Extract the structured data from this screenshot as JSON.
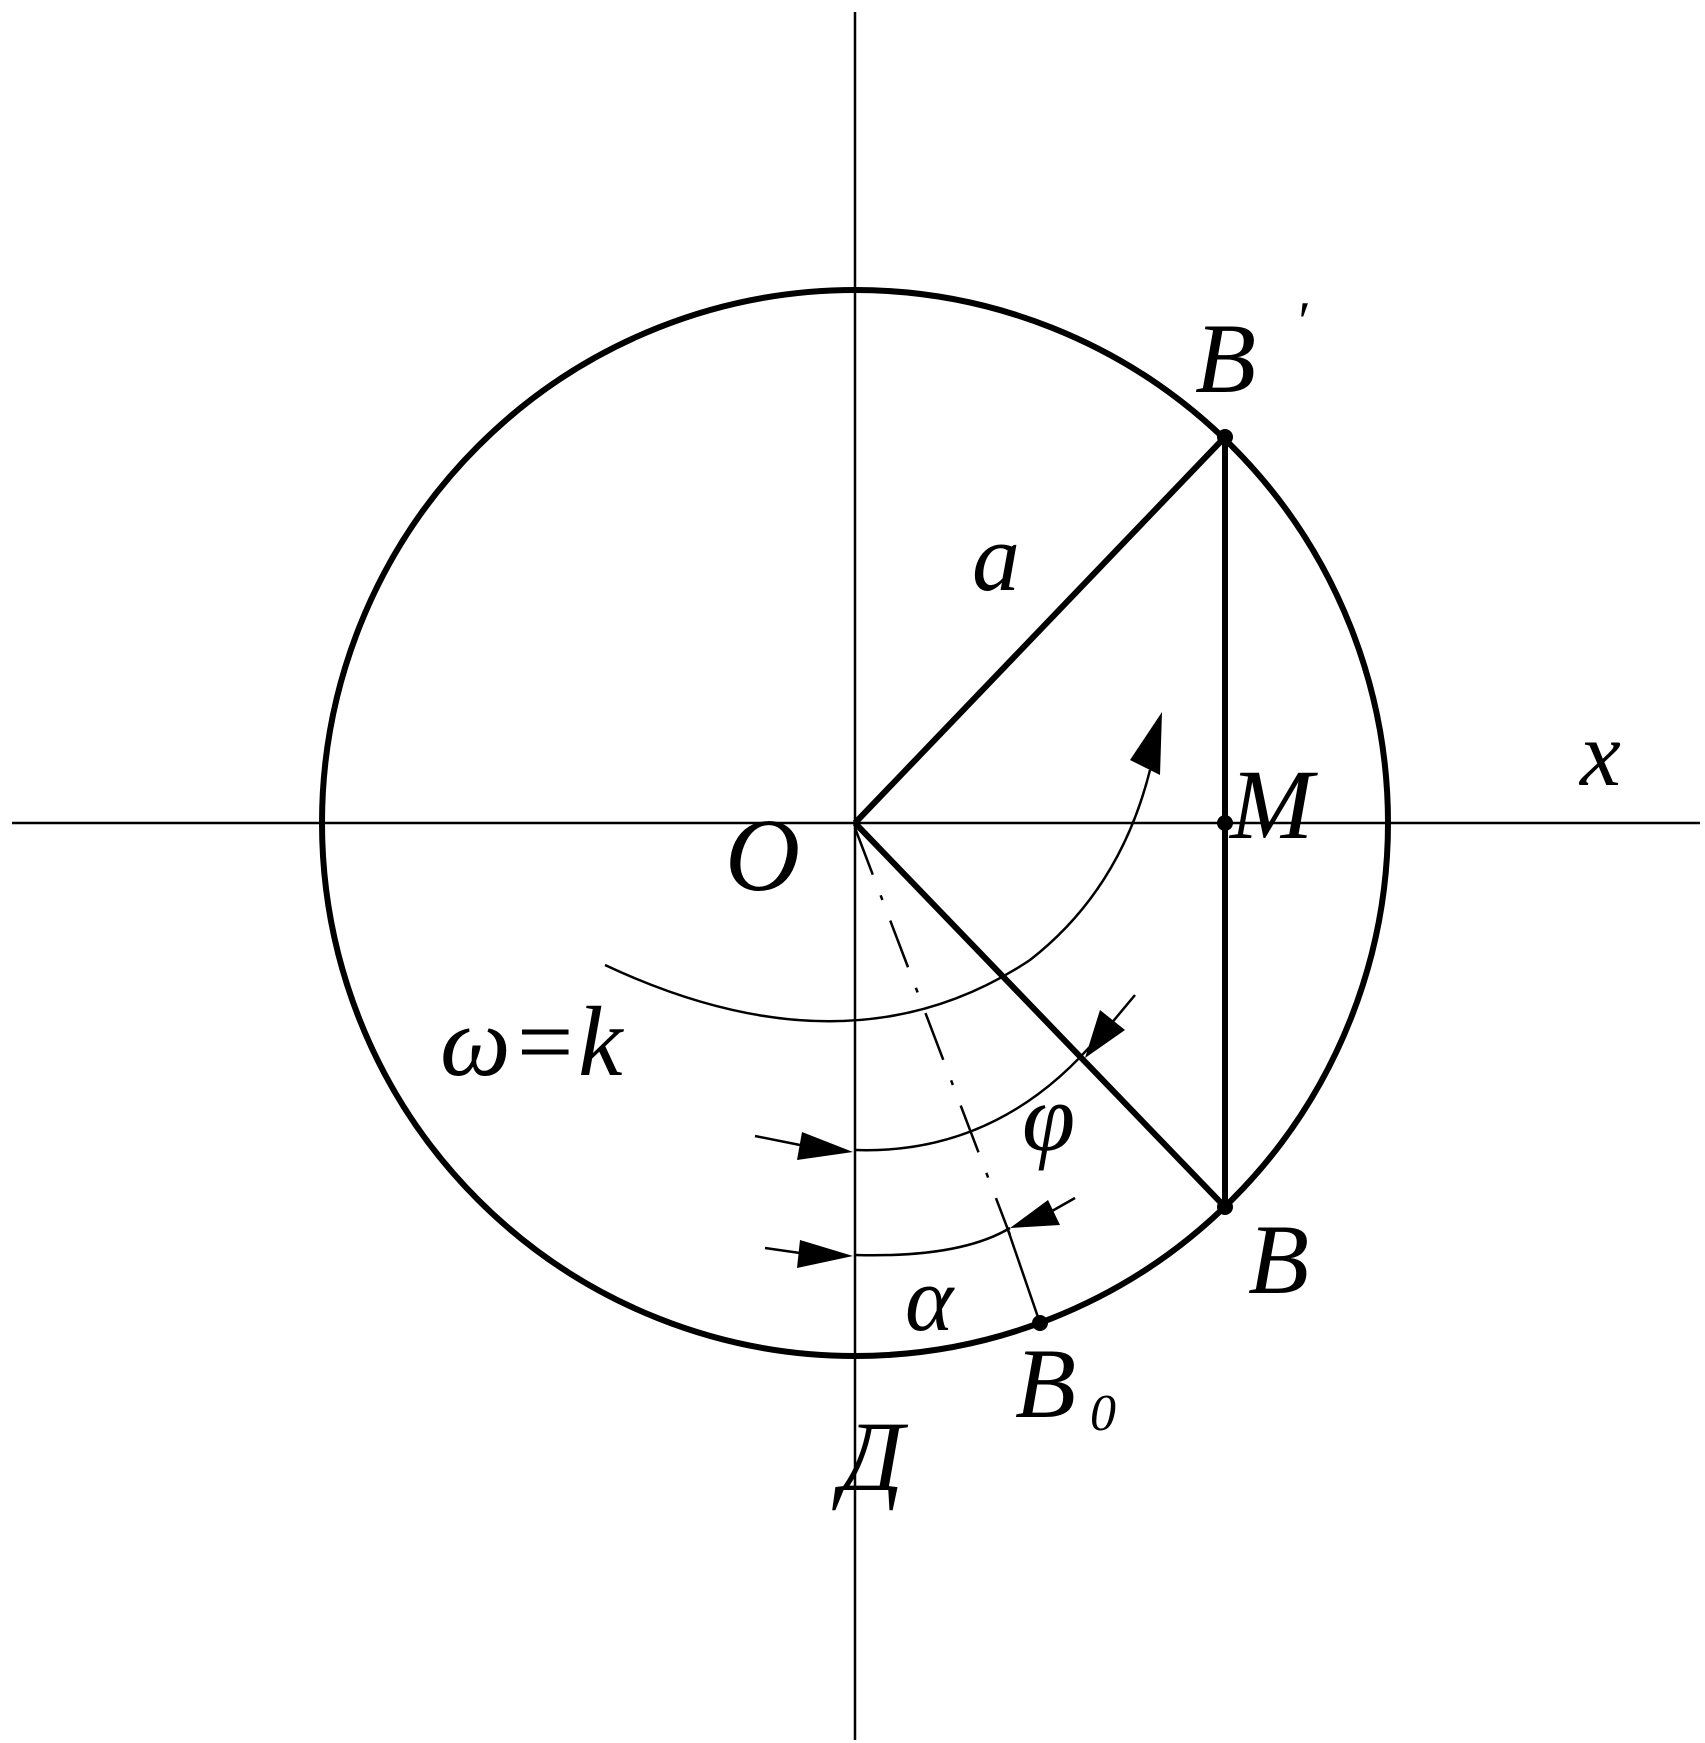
{
  "diagram": {
    "labels": {
      "axis_x": "x",
      "origin": "O",
      "radius": "a",
      "point_m": "M",
      "point_b_prime": "B",
      "prime_mark": "′",
      "point_b": "B",
      "point_b0_main": "B",
      "point_b0_sub": "0",
      "omega_eq_k": "ω=k",
      "phi": "φ",
      "alpha": "α",
      "d_label": "Д"
    },
    "colors": {
      "ink": "#000000",
      "background": "#ffffff"
    }
  }
}
